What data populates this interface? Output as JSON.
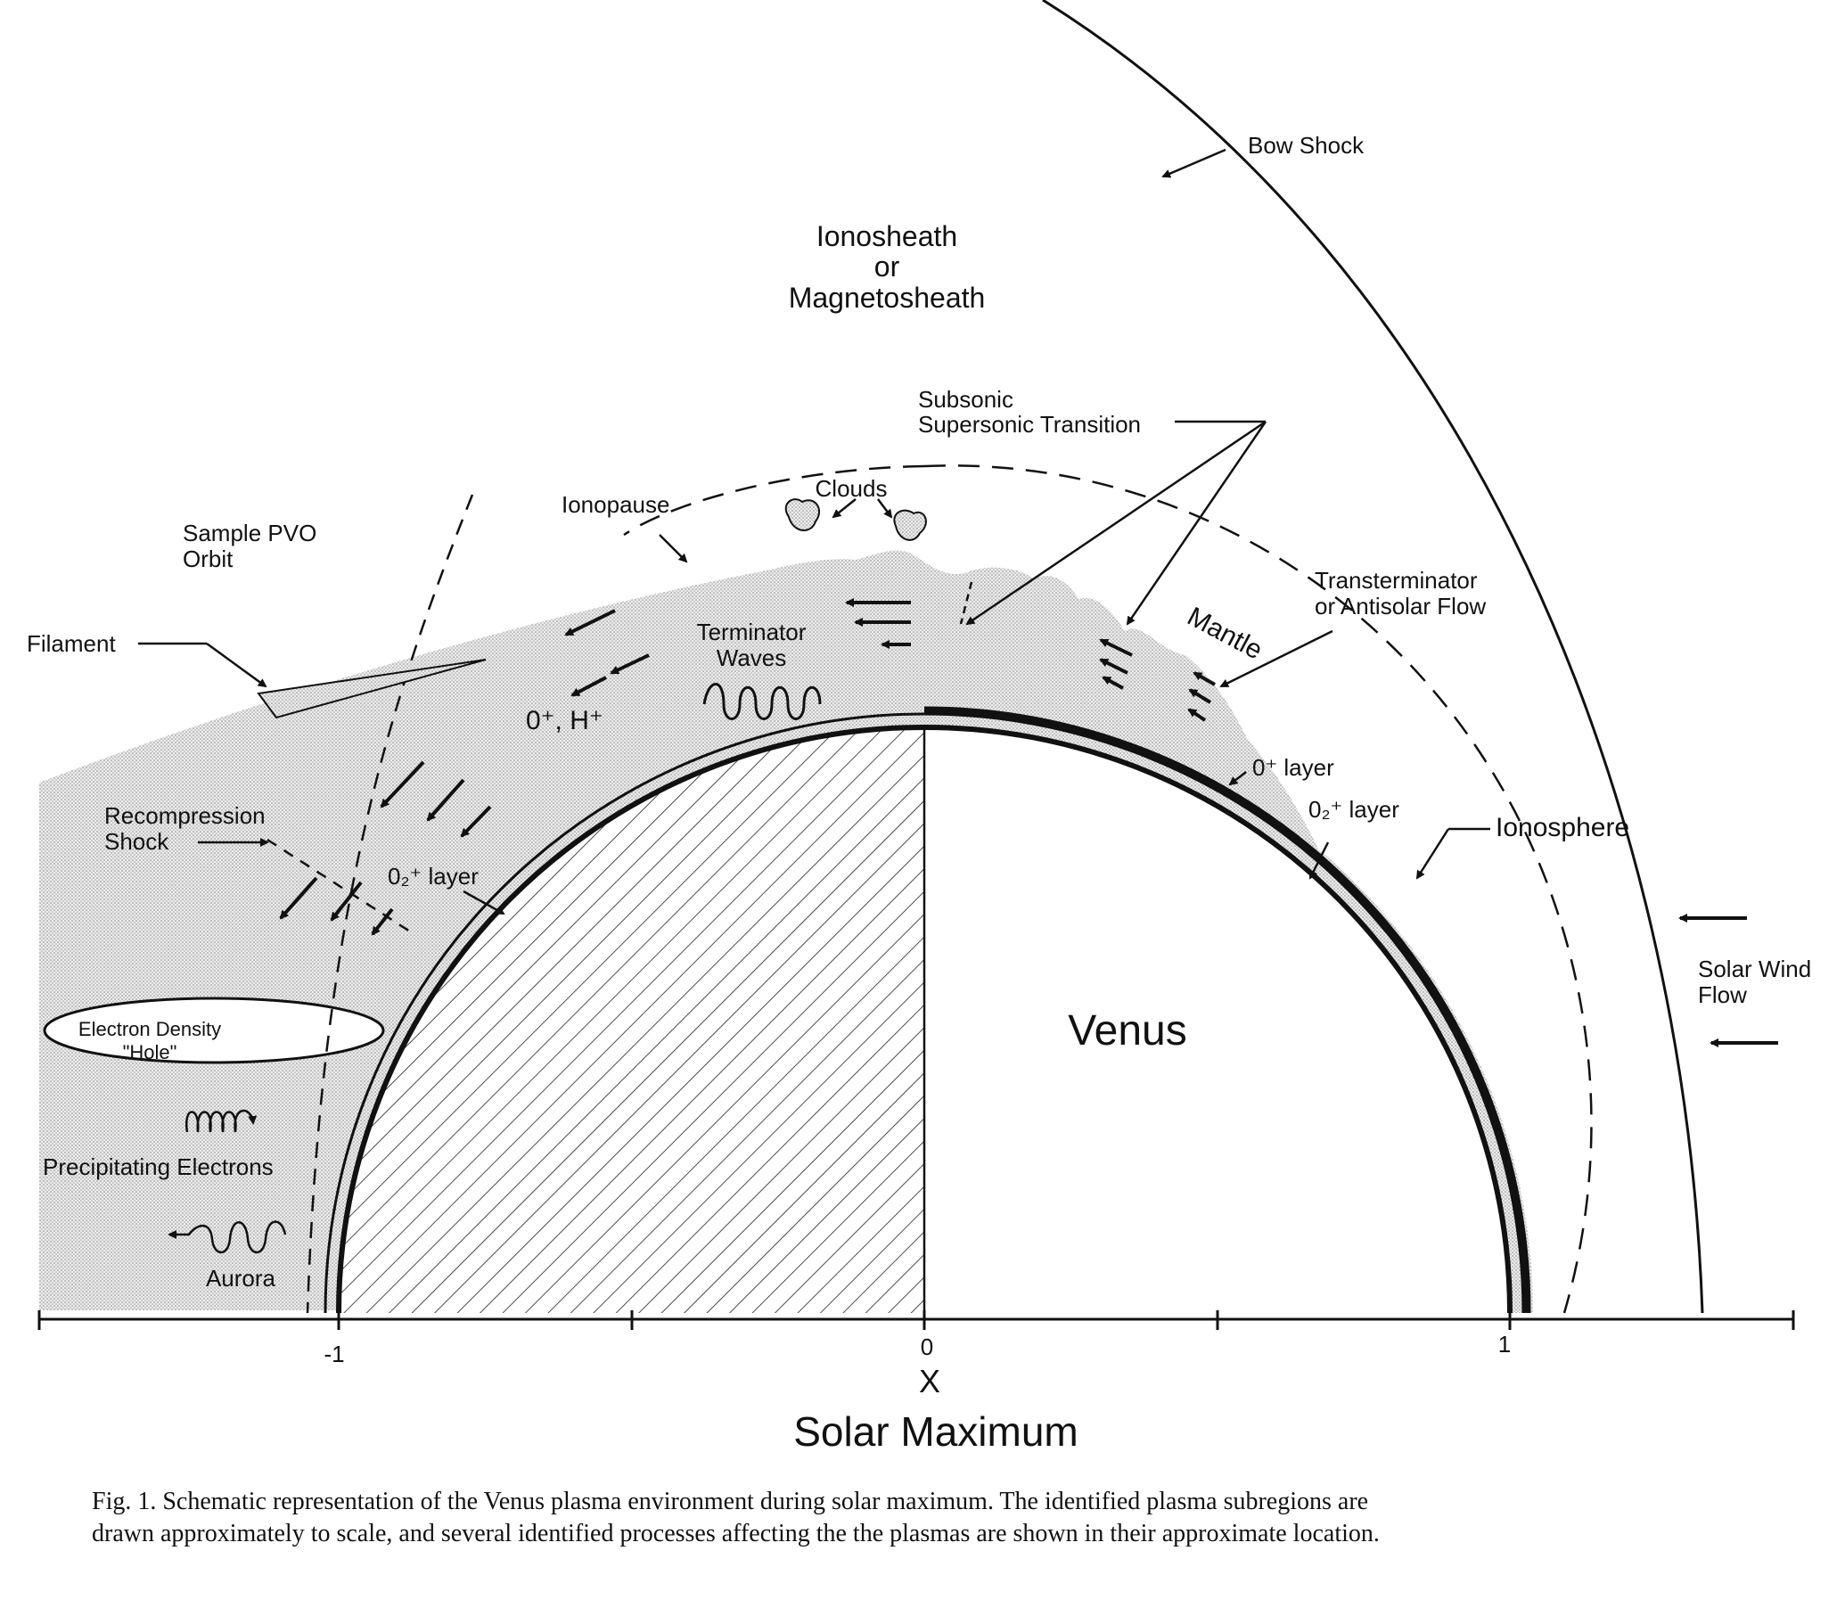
{
  "labels": {
    "bow_shock": "Bow Shock",
    "ionosheath": "Ionosheath",
    "ionosheath_or": "or",
    "magnetosheath": "Magnetosheath",
    "subsonic": "Subsonic",
    "supersonic_transition": "Supersonic Transition",
    "clouds": "Clouds",
    "ionopause": "Ionopause",
    "sample_pvo": "Sample PVO",
    "orbit": "Orbit",
    "filament": "Filament",
    "terminator": "Terminator",
    "waves": "Waves",
    "ions": "0⁺, H⁺",
    "mantle": "Mantle",
    "transterminator": "Transterminator",
    "antisolar_flow": "or Antisolar Flow",
    "o_layer": "0⁺ layer",
    "o2_layer_right": "0₂⁺ layer",
    "ionosphere": "Ionosphere",
    "recompression": "Recompression",
    "shock": "Shock",
    "o2_layer_left": "0₂⁺ layer",
    "solar_wind": "Solar Wind",
    "flow": "Flow",
    "electron_density": "Electron Density",
    "hole": "\"Hole\"",
    "venus": "Venus",
    "precipitating_electrons": "Precipitating Electrons",
    "aurora": "Aurora"
  },
  "axis": {
    "tick_minus1": "-1",
    "tick_0": "0",
    "tick_1": "1",
    "xlabel": "X",
    "title": "Solar Maximum"
  },
  "caption": {
    "line1": "Fig. 1.  Schematic representation of the Venus plasma environment during solar maximum.  The identified plasma subregions are",
    "line2": "drawn approximately to scale, and several identified processes affecting the the plasmas are shown in their approximate location."
  }
}
